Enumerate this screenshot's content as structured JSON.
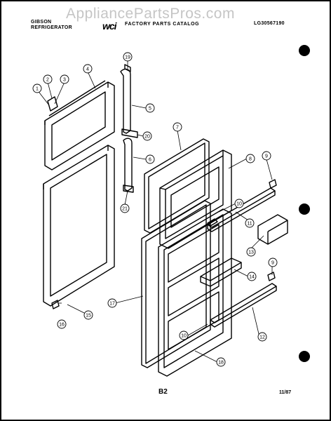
{
  "header": {
    "brand_line1": "GIBSON",
    "brand_line2": "REFRIGERATOR",
    "logo": "wci",
    "catalog": "FACTORY PARTS CATALOG",
    "model_code": "LG30567190"
  },
  "watermark": "AppliancePartsPros.com",
  "footer": {
    "page": "B2",
    "date": "11/87"
  },
  "callouts": {
    "c1": "1",
    "c2": "2",
    "c3": "3",
    "c4": "4",
    "c5": "5",
    "c6": "6",
    "c7": "7",
    "c8": "8",
    "c9a": "9",
    "c9b": "9",
    "c10a": "10",
    "c10b": "10",
    "c11": "11",
    "c12": "12",
    "c13": "13",
    "c14": "14",
    "c15": "15",
    "c16": "16",
    "c17": "17",
    "c18": "18",
    "c19": "19",
    "c20": "20",
    "c21": "21"
  }
}
